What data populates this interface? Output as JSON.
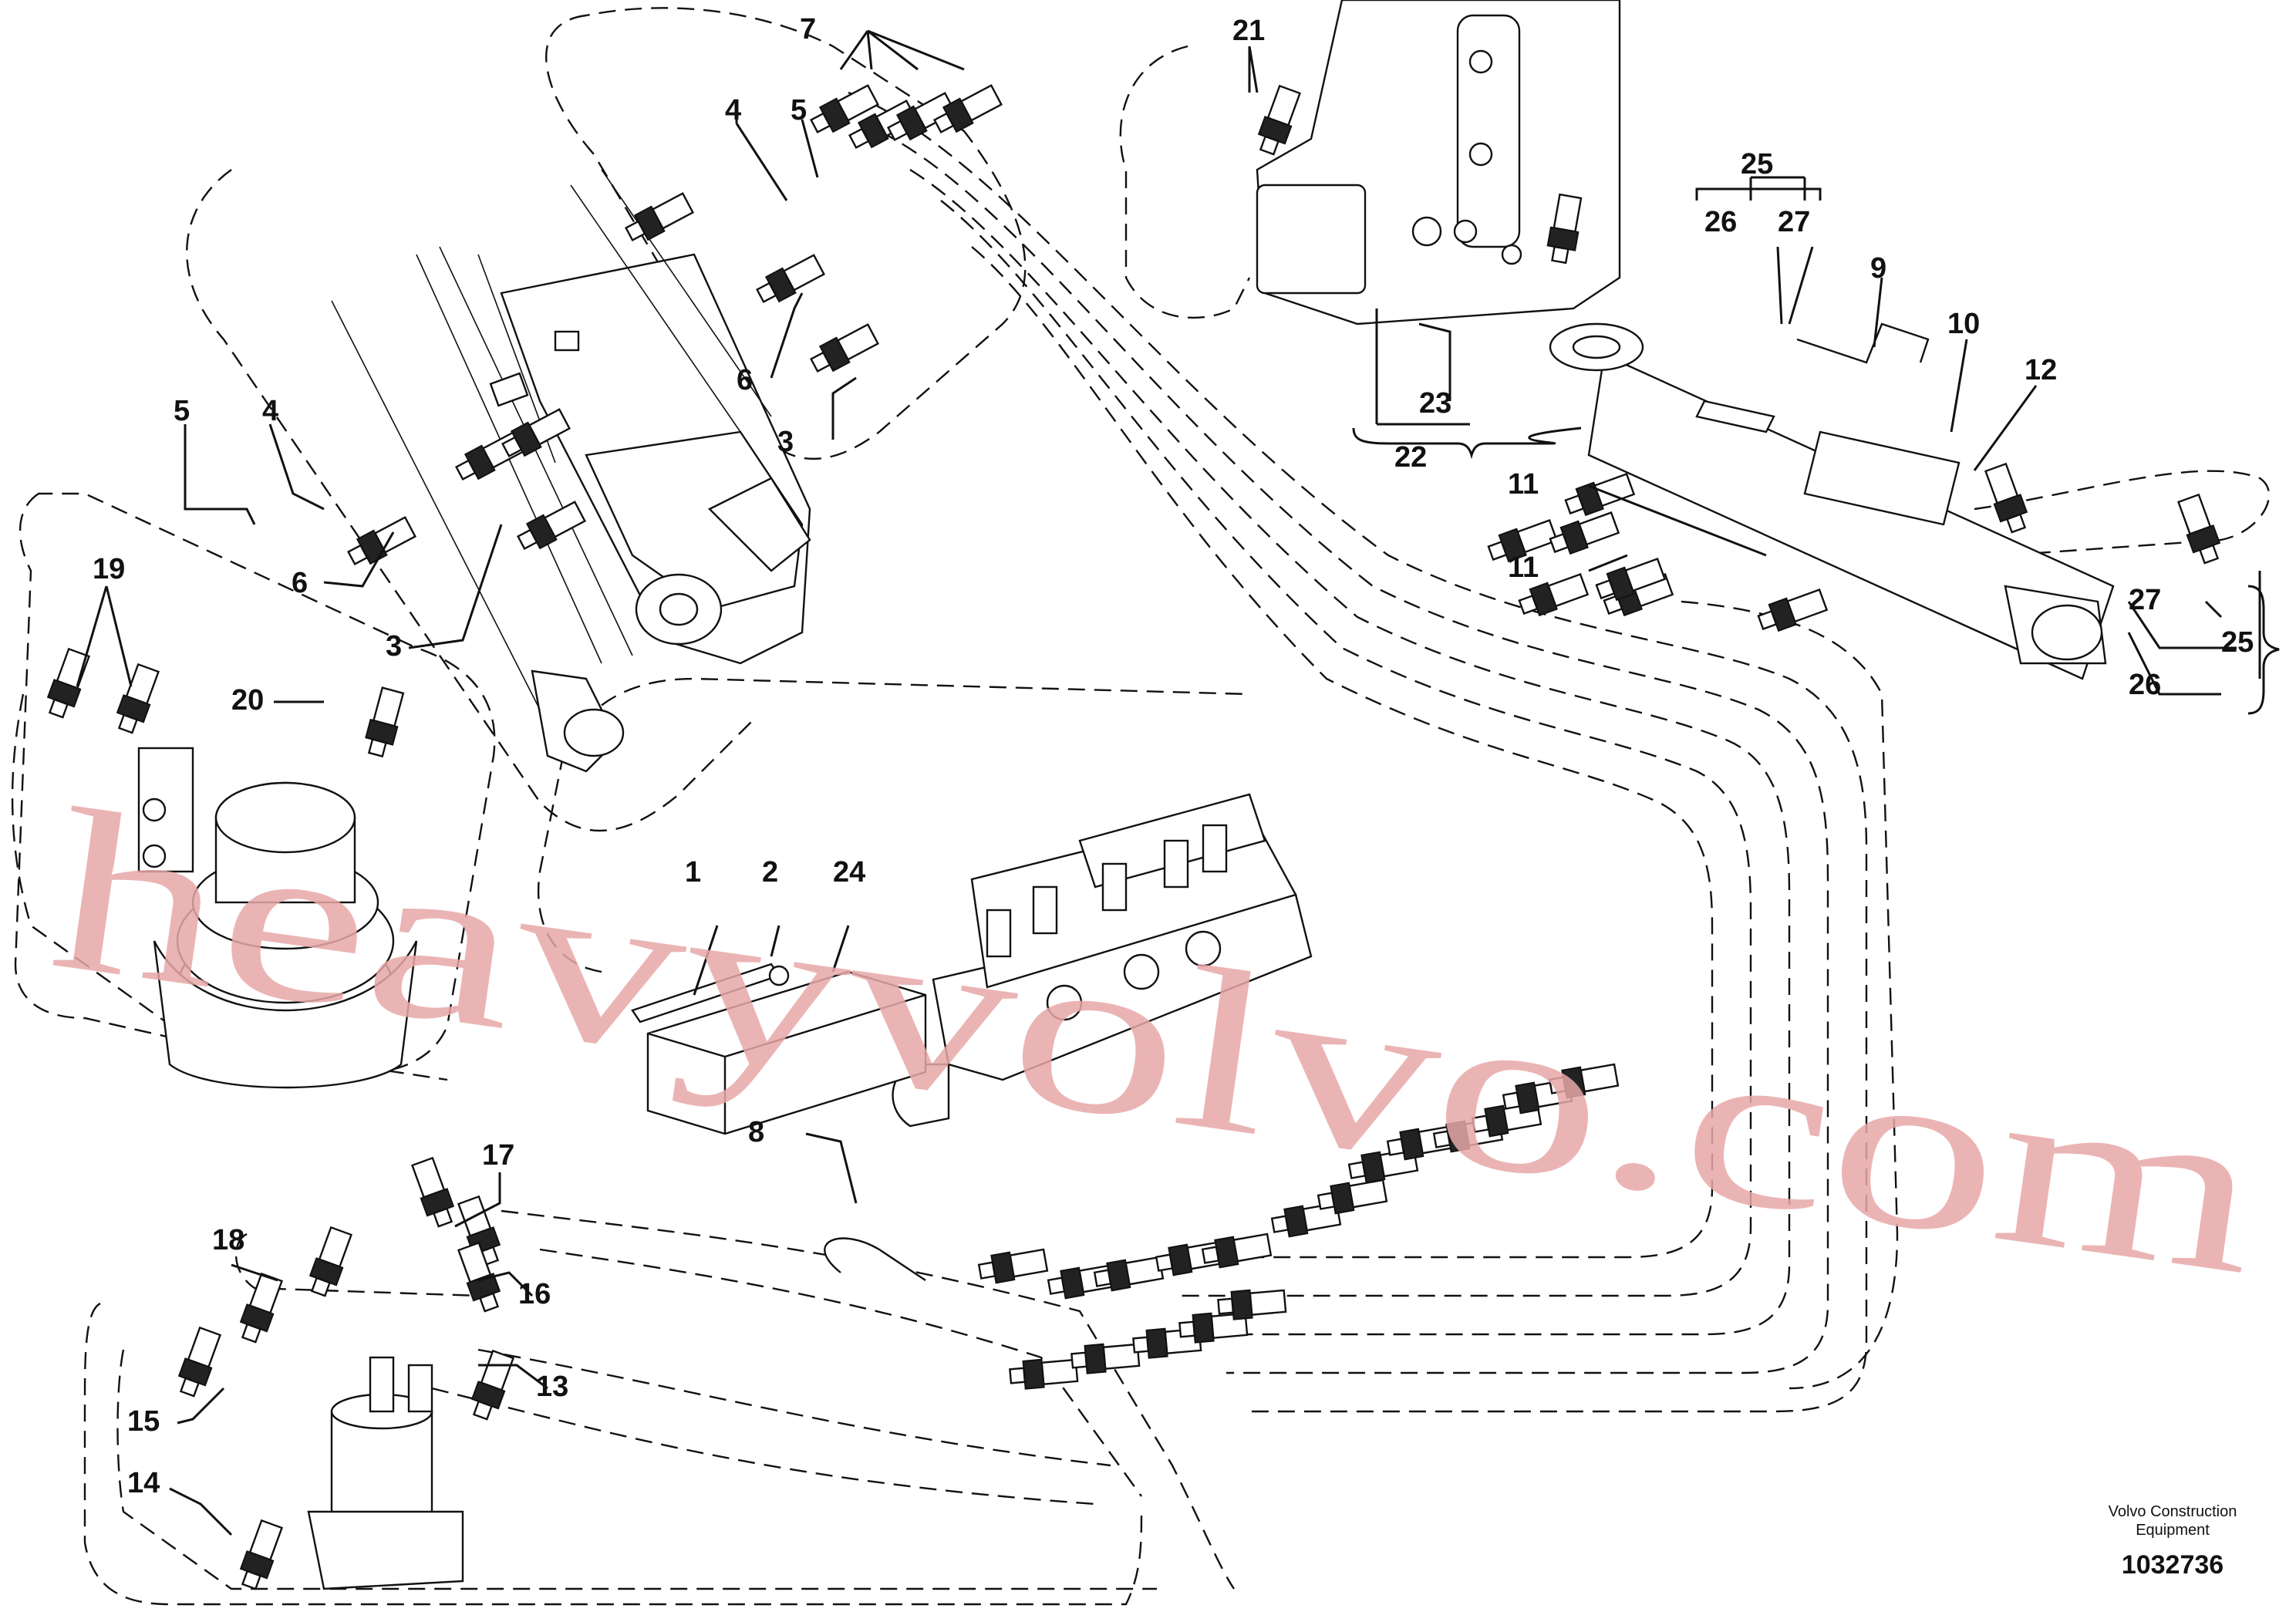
{
  "watermark": "heavyvolvo.com",
  "footer": {
    "line1": "Volvo Construction",
    "line2": "Equipment",
    "drawing_number": "1032736"
  },
  "callouts": {
    "c1": "1",
    "c2": "2",
    "c3a": "3",
    "c3b": "3",
    "c4a": "4",
    "c4b": "4",
    "c5a": "5",
    "c5b": "5",
    "c6a": "6",
    "c6b": "6",
    "c7": "7",
    "c8": "8",
    "c9": "9",
    "c10": "10",
    "c11a": "11",
    "c11b": "11",
    "c12": "12",
    "c13": "13",
    "c14": "14",
    "c15": "15",
    "c16": "16",
    "c17": "17",
    "c18": "18",
    "c19": "19",
    "c20": "20",
    "c21": "21",
    "c22": "22",
    "c23": "23",
    "c24": "24",
    "c25a": "25",
    "c25b": "25",
    "c26a": "26",
    "c26b": "26",
    "c27a": "27",
    "c27b": "27"
  }
}
